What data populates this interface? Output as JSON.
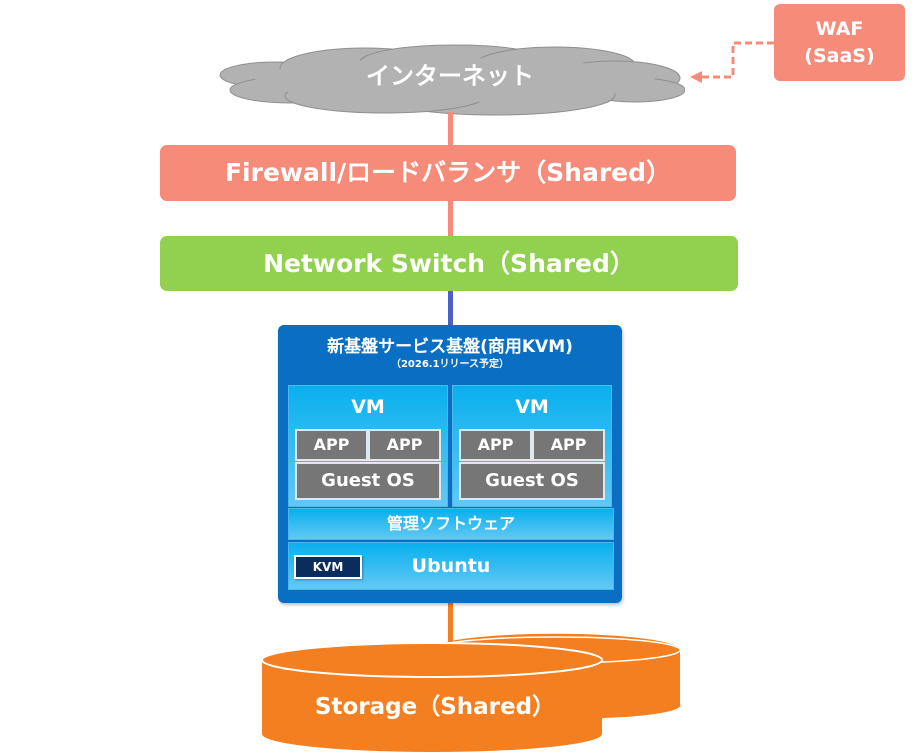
{
  "colors": {
    "internet_cloud": "#b2b2b2",
    "waf": "#f68b7a",
    "firewall": "#f68b7a",
    "network_switch": "#92d050",
    "platform": "#0a6fc2",
    "vm": "#08b0ee",
    "app_box": "#767676",
    "kvm_badge": "#0b2d5e",
    "storage": "#f47f20",
    "link_red": "#f68b7a",
    "link_blue": "#4a5fc8",
    "link_orange": "#f47f20"
  },
  "internet": {
    "label": "インターネット"
  },
  "waf": {
    "line1": "WAF",
    "line2": "(SaaS)"
  },
  "firewall": {
    "label": "Firewall/ロードバランサ（Shared）"
  },
  "network_switch": {
    "label": "Network Switch（Shared）"
  },
  "platform": {
    "title": "新基盤サービス基盤(商用KVM)",
    "subtitle": "（2026.1リリース予定）",
    "vms": [
      {
        "title": "VM",
        "apps": [
          "APP",
          "APP"
        ],
        "guest_os": "Guest OS"
      },
      {
        "title": "VM",
        "apps": [
          "APP",
          "APP"
        ],
        "guest_os": "Guest OS"
      }
    ],
    "management": "管理ソフトウェア",
    "host_os": "Ubuntu",
    "hypervisor": "KVM"
  },
  "storage": {
    "label": "Storage（Shared）"
  }
}
